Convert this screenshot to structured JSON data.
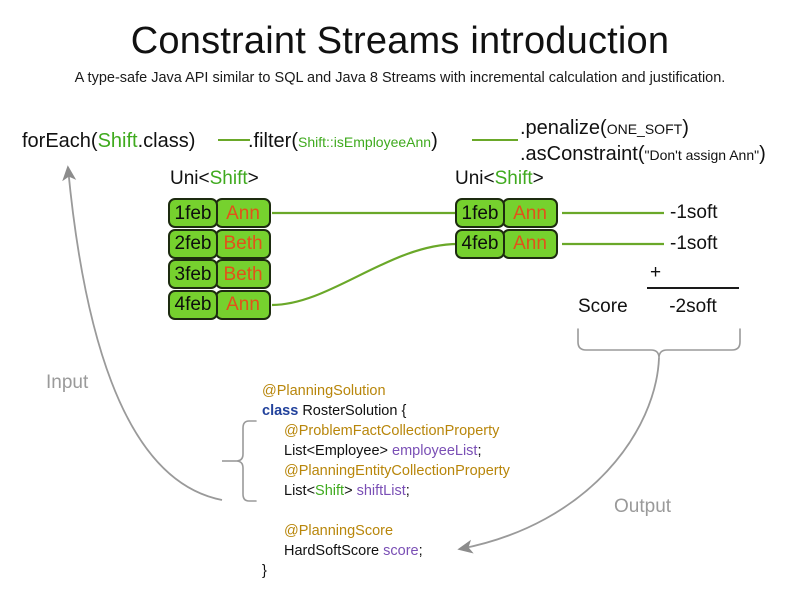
{
  "header": {
    "title": "Constraint Streams introduction",
    "subtitle": "A type-safe Java API similar to SQL and Java 8 Streams with incremental calculation and justification."
  },
  "expression": {
    "foreach": {
      "prefix": "forEach(",
      "type": "Shift",
      "suffix": ".class)"
    },
    "filter": {
      "prefix": ".filter(",
      "arg": "Shift::isEmployeeAnn",
      "suffix": ")"
    },
    "penalize": {
      "prefix": ".penalize(",
      "arg": "ONE_SOFT",
      "suffix": ")"
    },
    "as_constraint": {
      "prefix": ".asConstraint(",
      "arg": "\"Don't assign Ann\"",
      "suffix": ")"
    }
  },
  "streams": {
    "left": {
      "caption_prefix": "Uni<",
      "caption_type": "Shift",
      "caption_suffix": ">",
      "rows": [
        {
          "date": "1feb",
          "employee": "Ann"
        },
        {
          "date": "2feb",
          "employee": "Beth"
        },
        {
          "date": "3feb",
          "employee": "Beth"
        },
        {
          "date": "4feb",
          "employee": "Ann"
        }
      ]
    },
    "right": {
      "caption_prefix": "Uni<",
      "caption_type": "Shift",
      "caption_suffix": ">",
      "rows": [
        {
          "date": "1feb",
          "employee": "Ann",
          "score": "-1soft"
        },
        {
          "date": "4feb",
          "employee": "Ann",
          "score": "-1soft"
        }
      ]
    }
  },
  "score_summary": {
    "label": "Score",
    "operator": "+",
    "total": "-2soft"
  },
  "code": {
    "lines": [
      {
        "indent": 0,
        "tokens": [
          {
            "text": "@PlanningSolution",
            "style": "ann"
          }
        ]
      },
      {
        "indent": 0,
        "tokens": [
          {
            "text": "class",
            "style": "kw"
          },
          {
            "text": " RosterSolution {",
            "style": "plain"
          }
        ]
      },
      {
        "indent": 1,
        "tokens": [
          {
            "text": "@ProblemFactCollectionProperty",
            "style": "ann"
          }
        ]
      },
      {
        "indent": 1,
        "tokens": [
          {
            "text": "List<Employee> ",
            "style": "plain"
          },
          {
            "text": "employeeList",
            "style": "field"
          },
          {
            "text": ";",
            "style": "plain"
          }
        ]
      },
      {
        "indent": 1,
        "tokens": [
          {
            "text": "@PlanningEntityCollectionProperty",
            "style": "ann"
          }
        ]
      },
      {
        "indent": 1,
        "tokens": [
          {
            "text": "List<",
            "style": "plain"
          },
          {
            "text": "Shift",
            "style": "type-green"
          },
          {
            "text": "> ",
            "style": "plain"
          },
          {
            "text": "shiftList",
            "style": "field"
          },
          {
            "text": ";",
            "style": "plain"
          }
        ]
      },
      {
        "indent": 0,
        "tokens": [
          {
            "text": " ",
            "style": "plain"
          }
        ]
      },
      {
        "indent": 1,
        "tokens": [
          {
            "text": "@PlanningScore",
            "style": "ann"
          }
        ]
      },
      {
        "indent": 1,
        "tokens": [
          {
            "text": "HardSoftScore ",
            "style": "plain"
          },
          {
            "text": "score",
            "style": "field"
          },
          {
            "text": ";",
            "style": "plain"
          }
        ]
      },
      {
        "indent": 0,
        "tokens": [
          {
            "text": "}",
            "style": "plain"
          }
        ]
      }
    ]
  },
  "flow": {
    "input_label": "Input",
    "output_label": "Output"
  },
  "colors": {
    "box_fill": "#76d12e",
    "box_border": "#1d2b10",
    "employee_text": "#e2521a",
    "stream_line": "#6aa829",
    "type_green": "#3faa1e",
    "annotation": "#b8860b",
    "keyword": "#22429c",
    "field": "#7a4fb5",
    "flow_gray": "#9a9a9a"
  }
}
